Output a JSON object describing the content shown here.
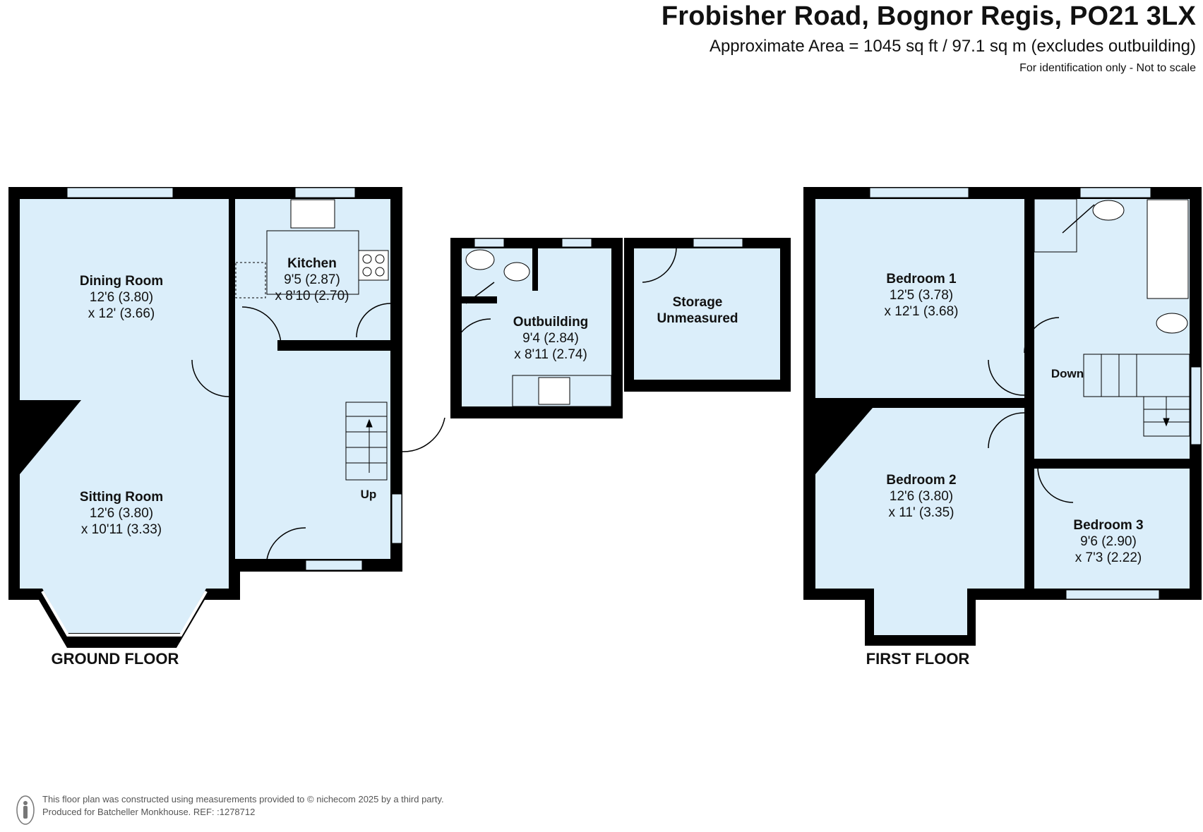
{
  "header": {
    "title": "Frobisher Road, Bognor Regis, PO21 3LX",
    "area": "Approximate Area = 1045 sq ft / 97.1 sq m (excludes outbuilding)",
    "note": "For identification only - Not to scale"
  },
  "floors": {
    "ground": "GROUND FLOOR",
    "first": "FIRST FLOOR"
  },
  "rooms": {
    "dining": {
      "name": "Dining Room",
      "dim1": "12'6 (3.80)",
      "dim2": "x 12' (3.66)"
    },
    "kitchen": {
      "name": "Kitchen",
      "dim1": "9'5 (2.87)",
      "dim2": "x 8'10 (2.70)"
    },
    "sitting": {
      "name": "Sitting Room",
      "dim1": "12'6 (3.80)",
      "dim2": "x 10'11 (3.33)"
    },
    "outbuilding": {
      "name": "Outbuilding",
      "dim1": "9'4 (2.84)",
      "dim2": "x 8'11 (2.74)"
    },
    "storage": {
      "name": "Storage",
      "dim1": "Unmeasured"
    },
    "bedroom1": {
      "name": "Bedroom 1",
      "dim1": "12'5 (3.78)",
      "dim2": "x 12'1 (3.68)"
    },
    "bedroom2": {
      "name": "Bedroom 2",
      "dim1": "12'6 (3.80)",
      "dim2": "x 11' (3.35)"
    },
    "bedroom3": {
      "name": "Bedroom 3",
      "dim1": "9'6 (2.90)",
      "dim2": "x 7'3 (2.22)"
    }
  },
  "stairs": {
    "up": "Up",
    "down": "Down"
  },
  "footer": {
    "line1": "This floor plan was constructed using measurements provided to © nichecom 2025 by a third party.",
    "line2": "Produced for Batcheller Monkhouse.  REF: :1278712"
  },
  "colors": {
    "room_fill": "#dbeefa",
    "wall": "#000000"
  }
}
